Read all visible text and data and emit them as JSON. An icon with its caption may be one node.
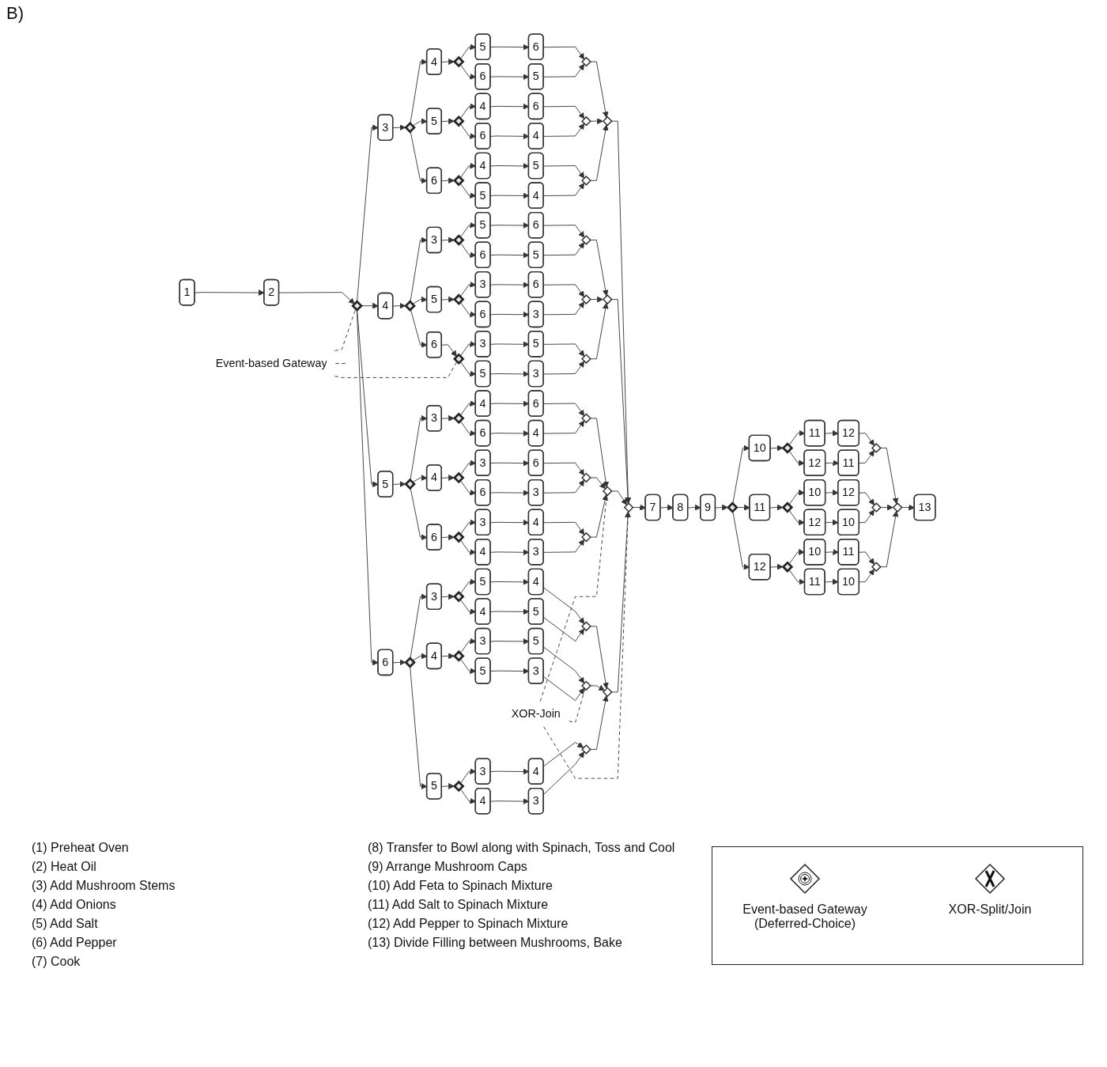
{
  "diagram": {
    "nodes": [
      {
        "text": [
          "1"
        ]
      },
      {
        "text": [
          "2"
        ]
      },
      {
        "text": [],
        "shape": "diamond"
      },
      {
        "text": [
          "3"
        ]
      },
      {
        "text": [],
        "shape": "diamond"
      },
      {
        "text": [
          "4"
        ]
      },
      {
        "text": [],
        "shape": "diamond"
      },
      {
        "text": [
          "5"
        ]
      },
      {
        "text": [
          "6"
        ]
      },
      {
        "text": [
          "6"
        ]
      },
      {
        "text": [
          "5"
        ]
      },
      {
        "text": [],
        "shape": "diamond"
      },
      {
        "text": [
          "5"
        ]
      },
      {
        "text": [],
        "shape": "diamond"
      },
      {
        "text": [
          "4"
        ]
      },
      {
        "text": [
          "6"
        ]
      },
      {
        "text": [
          "6"
        ]
      },
      {
        "text": [
          "4"
        ]
      },
      {
        "text": [],
        "shape": "diamond"
      },
      {
        "text": [
          "6"
        ]
      },
      {
        "text": [],
        "shape": "diamond"
      },
      {
        "text": [
          "4"
        ]
      },
      {
        "text": [
          "5"
        ]
      },
      {
        "text": [
          "5"
        ]
      },
      {
        "text": [
          "4"
        ]
      },
      {
        "text": [],
        "shape": "diamond"
      },
      {
        "text": [],
        "shape": "diamond"
      },
      {
        "text": [
          "4"
        ]
      },
      {
        "text": [],
        "shape": "diamond"
      },
      {
        "text": [
          "3"
        ]
      },
      {
        "text": [],
        "shape": "diamond"
      },
      {
        "text": [
          "5"
        ]
      },
      {
        "text": [
          "6"
        ]
      },
      {
        "text": [
          "6"
        ]
      },
      {
        "text": [
          "5"
        ]
      },
      {
        "text": [],
        "shape": "diamond"
      },
      {
        "text": [
          "5"
        ]
      },
      {
        "text": [],
        "shape": "diamond"
      },
      {
        "text": [
          "3"
        ]
      },
      {
        "text": [
          "6"
        ]
      },
      {
        "text": [
          "6"
        ]
      },
      {
        "text": [
          "3"
        ]
      },
      {
        "text": [],
        "shape": "diamond"
      },
      {
        "text": [
          "6"
        ]
      },
      {
        "text": [],
        "shape": "diamond"
      },
      {
        "text": [
          "3"
        ]
      },
      {
        "text": [
          "5"
        ]
      },
      {
        "text": [
          "5"
        ]
      },
      {
        "text": [
          "3"
        ]
      },
      {
        "text": [],
        "shape": "diamond"
      },
      {
        "text": [],
        "shape": "diamond"
      },
      {
        "text": [
          "5"
        ]
      },
      {
        "text": [],
        "shape": "diamond"
      },
      {
        "text": [
          "3"
        ]
      },
      {
        "text": [],
        "shape": "diamond"
      },
      {
        "text": [
          "4"
        ]
      },
      {
        "text": [
          "6"
        ]
      },
      {
        "text": [
          "6"
        ]
      },
      {
        "text": [
          "4"
        ]
      },
      {
        "text": [],
        "shape": "diamond"
      },
      {
        "text": [
          "4"
        ]
      },
      {
        "text": [],
        "shape": "diamond"
      },
      {
        "text": [
          "3"
        ]
      },
      {
        "text": [
          "6"
        ]
      },
      {
        "text": [
          "6"
        ]
      },
      {
        "text": [
          "3"
        ]
      },
      {
        "text": [],
        "shape": "diamond"
      },
      {
        "text": [
          "6"
        ]
      },
      {
        "text": [],
        "shape": "diamond"
      },
      {
        "text": [
          "3"
        ]
      },
      {
        "text": [
          "4"
        ]
      },
      {
        "text": [
          "4"
        ]
      },
      {
        "text": [
          "3"
        ]
      },
      {
        "text": [],
        "shape": "diamond"
      },
      {
        "text": [],
        "shape": "diamond"
      },
      {
        "text": [
          "6"
        ]
      },
      {
        "text": [],
        "shape": "diamond"
      },
      {
        "text": [
          "3"
        ]
      },
      {
        "text": [],
        "shape": "diamond"
      },
      {
        "text": [
          "5"
        ]
      },
      {
        "text": [
          "4"
        ]
      },
      {
        "text": [
          "4"
        ]
      },
      {
        "text": [
          "5"
        ]
      },
      {
        "text": [],
        "shape": "diamond"
      },
      {
        "text": [
          "4"
        ]
      },
      {
        "text": [],
        "shape": "diamond"
      },
      {
        "text": [
          "3"
        ]
      },
      {
        "text": [
          "5"
        ]
      },
      {
        "text": [
          "5"
        ]
      },
      {
        "text": [
          "3"
        ]
      },
      {
        "text": [],
        "shape": "diamond"
      },
      {
        "text": [
          "5"
        ]
      },
      {
        "text": [],
        "shape": "diamond"
      },
      {
        "text": [
          "3"
        ]
      },
      {
        "text": [
          "4"
        ]
      },
      {
        "text": [
          "4"
        ]
      },
      {
        "text": [
          "3"
        ]
      },
      {
        "text": [],
        "shape": "diamond"
      },
      {
        "text": [],
        "shape": "diamond"
      },
      {
        "text": [],
        "shape": "diamond"
      },
      {
        "text": [
          "7"
        ]
      },
      {
        "text": [
          "8"
        ]
      },
      {
        "text": [
          "9"
        ]
      },
      {
        "text": [],
        "shape": "diamond"
      },
      {
        "text": [
          "10"
        ]
      },
      {
        "text": [],
        "shape": "diamond"
      },
      {
        "text": [
          "11"
        ]
      },
      {
        "text": [
          "12"
        ]
      },
      {
        "text": [
          "12"
        ]
      },
      {
        "text": [
          "11"
        ]
      },
      {
        "text": [],
        "shape": "diamond"
      },
      {
        "text": [
          "11"
        ]
      },
      {
        "text": [],
        "shape": "diamond"
      },
      {
        "text": [
          "10"
        ]
      },
      {
        "text": [
          "12"
        ]
      },
      {
        "text": [
          "12"
        ]
      },
      {
        "text": [
          "10"
        ]
      },
      {
        "text": [],
        "shape": "diamond"
      },
      {
        "text": [
          "12"
        ]
      },
      {
        "text": [],
        "shape": "diamond"
      },
      {
        "text": [
          "10"
        ]
      },
      {
        "text": [
          "11"
        ]
      },
      {
        "text": [
          "11"
        ]
      },
      {
        "text": [
          "10"
        ]
      },
      {
        "text": [],
        "shape": "diamond"
      },
      {
        "text": [],
        "shape": "diamond"
      },
      {
        "text": [
          "13"
        ]
      },
      {
        "text": [
          "Event-based Gateway"
        ]
      },
      {
        "text": [
          "XOR-Join"
        ]
      }
    ],
    "edges": [
      {
        "from": 0,
        "to": 1,
        "arrow": "to"
      },
      {
        "from": 1,
        "to": 2,
        "arrow": "to"
      },
      {
        "from": 2,
        "to": 3,
        "arrow": "to"
      },
      {
        "from": 2,
        "to": 27,
        "arrow": "to"
      },
      {
        "from": 2,
        "to": 51,
        "arrow": "to"
      },
      {
        "from": 2,
        "to": 75,
        "arrow": "to"
      },
      {
        "from": 3,
        "to": 4,
        "arrow": "to"
      },
      {
        "from": 4,
        "to": 5,
        "arrow": "to"
      },
      {
        "from": 4,
        "to": 12,
        "arrow": "to"
      },
      {
        "from": 4,
        "to": 19,
        "arrow": "to"
      },
      {
        "from": 5,
        "to": 6,
        "arrow": "to"
      },
      {
        "from": 6,
        "to": 7,
        "arrow": "to"
      },
      {
        "from": 7,
        "to": 8,
        "arrow": "to"
      },
      {
        "from": 8,
        "to": 11,
        "arrow": "to"
      },
      {
        "from": 6,
        "to": 9,
        "arrow": "to"
      },
      {
        "from": 9,
        "to": 10,
        "arrow": "to"
      },
      {
        "from": 10,
        "to": 11,
        "arrow": "to"
      },
      {
        "from": 12,
        "to": 13,
        "arrow": "to"
      },
      {
        "from": 13,
        "to": 14,
        "arrow": "to"
      },
      {
        "from": 14,
        "to": 15,
        "arrow": "to"
      },
      {
        "from": 15,
        "to": 18,
        "arrow": "to"
      },
      {
        "from": 13,
        "to": 16,
        "arrow": "to"
      },
      {
        "from": 16,
        "to": 17,
        "arrow": "to"
      },
      {
        "from": 17,
        "to": 18,
        "arrow": "to"
      },
      {
        "from": 19,
        "to": 20,
        "arrow": "to"
      },
      {
        "from": 20,
        "to": 21,
        "arrow": "to"
      },
      {
        "from": 21,
        "to": 22,
        "arrow": "to"
      },
      {
        "from": 22,
        "to": 25,
        "arrow": "to"
      },
      {
        "from": 20,
        "to": 23,
        "arrow": "to"
      },
      {
        "from": 23,
        "to": 24,
        "arrow": "to"
      },
      {
        "from": 24,
        "to": 25,
        "arrow": "to"
      },
      {
        "from": 11,
        "to": 26,
        "arrow": "to"
      },
      {
        "from": 18,
        "to": 26,
        "arrow": "to"
      },
      {
        "from": 25,
        "to": 26,
        "arrow": "to"
      },
      {
        "from": 26,
        "to": 99,
        "arrow": "to"
      },
      {
        "from": 27,
        "to": 28,
        "arrow": "to"
      },
      {
        "from": 28,
        "to": 29,
        "arrow": "to"
      },
      {
        "from": 28,
        "to": 36,
        "arrow": "to"
      },
      {
        "from": 28,
        "to": 43,
        "arrow": "to"
      },
      {
        "from": 29,
        "to": 30,
        "arrow": "to"
      },
      {
        "from": 30,
        "to": 31,
        "arrow": "to"
      },
      {
        "from": 31,
        "to": 32,
        "arrow": "to"
      },
      {
        "from": 32,
        "to": 35,
        "arrow": "to"
      },
      {
        "from": 30,
        "to": 33,
        "arrow": "to"
      },
      {
        "from": 33,
        "to": 34,
        "arrow": "to"
      },
      {
        "from": 34,
        "to": 35,
        "arrow": "to"
      },
      {
        "from": 36,
        "to": 37,
        "arrow": "to"
      },
      {
        "from": 37,
        "to": 38,
        "arrow": "to"
      },
      {
        "from": 38,
        "to": 39,
        "arrow": "to"
      },
      {
        "from": 39,
        "to": 42,
        "arrow": "to"
      },
      {
        "from": 37,
        "to": 40,
        "arrow": "to"
      },
      {
        "from": 40,
        "to": 41,
        "arrow": "to"
      },
      {
        "from": 41,
        "to": 42,
        "arrow": "to"
      },
      {
        "from": 43,
        "to": 44,
        "arrow": "to"
      },
      {
        "from": 44,
        "to": 45,
        "arrow": "to"
      },
      {
        "from": 45,
        "to": 46,
        "arrow": "to"
      },
      {
        "from": 46,
        "to": 49,
        "arrow": "to"
      },
      {
        "from": 44,
        "to": 47,
        "arrow": "to"
      },
      {
        "from": 47,
        "to": 48,
        "arrow": "to"
      },
      {
        "from": 48,
        "to": 49,
        "arrow": "to"
      },
      {
        "from": 35,
        "to": 50,
        "arrow": "to"
      },
      {
        "from": 42,
        "to": 50,
        "arrow": "to"
      },
      {
        "from": 49,
        "to": 50,
        "arrow": "to"
      },
      {
        "from": 50,
        "to": 99,
        "arrow": "to"
      },
      {
        "from": 51,
        "to": 52,
        "arrow": "to"
      },
      {
        "from": 52,
        "to": 53,
        "arrow": "to"
      },
      {
        "from": 52,
        "to": 60,
        "arrow": "to"
      },
      {
        "from": 52,
        "to": 67,
        "arrow": "to"
      },
      {
        "from": 53,
        "to": 54,
        "arrow": "to"
      },
      {
        "from": 54,
        "to": 55,
        "arrow": "to"
      },
      {
        "from": 55,
        "to": 56,
        "arrow": "to"
      },
      {
        "from": 56,
        "to": 59,
        "arrow": "to"
      },
      {
        "from": 54,
        "to": 57,
        "arrow": "to"
      },
      {
        "from": 57,
        "to": 58,
        "arrow": "to"
      },
      {
        "from": 58,
        "to": 59,
        "arrow": "to"
      },
      {
        "from": 60,
        "to": 61,
        "arrow": "to"
      },
      {
        "from": 61,
        "to": 62,
        "arrow": "to"
      },
      {
        "from": 62,
        "to": 63,
        "arrow": "to"
      },
      {
        "from": 63,
        "to": 66,
        "arrow": "to"
      },
      {
        "from": 61,
        "to": 64,
        "arrow": "to"
      },
      {
        "from": 64,
        "to": 65,
        "arrow": "to"
      },
      {
        "from": 65,
        "to": 66,
        "arrow": "to"
      },
      {
        "from": 67,
        "to": 68,
        "arrow": "to"
      },
      {
        "from": 68,
        "to": 69,
        "arrow": "to"
      },
      {
        "from": 69,
        "to": 70,
        "arrow": "to"
      },
      {
        "from": 70,
        "to": 73,
        "arrow": "to"
      },
      {
        "from": 68,
        "to": 71,
        "arrow": "to"
      },
      {
        "from": 71,
        "to": 72,
        "arrow": "to"
      },
      {
        "from": 72,
        "to": 73,
        "arrow": "to"
      },
      {
        "from": 59,
        "to": 74,
        "arrow": "to"
      },
      {
        "from": 66,
        "to": 74,
        "arrow": "to"
      },
      {
        "from": 73,
        "to": 74,
        "arrow": "to"
      },
      {
        "from": 74,
        "to": 99,
        "arrow": "to"
      },
      {
        "from": 75,
        "to": 76,
        "arrow": "to"
      },
      {
        "from": 76,
        "to": 77,
        "arrow": "to"
      },
      {
        "from": 76,
        "to": 84,
        "arrow": "to"
      },
      {
        "from": 76,
        "to": 91,
        "arrow": "to"
      },
      {
        "from": 77,
        "to": 78,
        "arrow": "to"
      },
      {
        "from": 78,
        "to": 79,
        "arrow": "to"
      },
      {
        "from": 79,
        "to": 80,
        "arrow": "to"
      },
      {
        "from": 80,
        "to": 83,
        "arrow": "to"
      },
      {
        "from": 78,
        "to": 81,
        "arrow": "to"
      },
      {
        "from": 81,
        "to": 82,
        "arrow": "to"
      },
      {
        "from": 82,
        "to": 83,
        "arrow": "to"
      },
      {
        "from": 84,
        "to": 85,
        "arrow": "to"
      },
      {
        "from": 85,
        "to": 86,
        "arrow": "to"
      },
      {
        "from": 86,
        "to": 87,
        "arrow": "to"
      },
      {
        "from": 87,
        "to": 90,
        "arrow": "to"
      },
      {
        "from": 85,
        "to": 88,
        "arrow": "to"
      },
      {
        "from": 88,
        "to": 89,
        "arrow": "to"
      },
      {
        "from": 89,
        "to": 90,
        "arrow": "to"
      },
      {
        "from": 91,
        "to": 92,
        "arrow": "to"
      },
      {
        "from": 92,
        "to": 93,
        "arrow": "to"
      },
      {
        "from": 93,
        "to": 94,
        "arrow": "to"
      },
      {
        "from": 94,
        "to": 97,
        "arrow": "to"
      },
      {
        "from": 92,
        "to": 95,
        "arrow": "to"
      },
      {
        "from": 95,
        "to": 96,
        "arrow": "to"
      },
      {
        "from": 96,
        "to": 97,
        "arrow": "to"
      },
      {
        "from": 83,
        "to": 98,
        "arrow": "to"
      },
      {
        "from": 90,
        "to": 98,
        "arrow": "to"
      },
      {
        "from": 97,
        "to": 98,
        "arrow": "to"
      },
      {
        "from": 98,
        "to": 99,
        "arrow": "to"
      },
      {
        "from": 99,
        "to": 100,
        "arrow": "to"
      },
      {
        "from": 100,
        "to": 101,
        "arrow": "to"
      },
      {
        "from": 101,
        "to": 102,
        "arrow": "to"
      },
      {
        "from": 102,
        "to": 103,
        "arrow": "to"
      },
      {
        "from": 103,
        "to": 104,
        "arrow": "to"
      },
      {
        "from": 103,
        "to": 111,
        "arrow": "to"
      },
      {
        "from": 103,
        "to": 118,
        "arrow": "to"
      },
      {
        "from": 104,
        "to": 105,
        "arrow": "to"
      },
      {
        "from": 105,
        "to": 106,
        "arrow": "to"
      },
      {
        "from": 106,
        "to": 107,
        "arrow": "to"
      },
      {
        "from": 107,
        "to": 110,
        "arrow": "to"
      },
      {
        "from": 105,
        "to": 108,
        "arrow": "to"
      },
      {
        "from": 108,
        "to": 109,
        "arrow": "to"
      },
      {
        "from": 109,
        "to": 110,
        "arrow": "to"
      },
      {
        "from": 111,
        "to": 112,
        "arrow": "to"
      },
      {
        "from": 112,
        "to": 113,
        "arrow": "to"
      },
      {
        "from": 113,
        "to": 114,
        "arrow": "to"
      },
      {
        "from": 114,
        "to": 117,
        "arrow": "to"
      },
      {
        "from": 112,
        "to": 115,
        "arrow": "to"
      },
      {
        "from": 115,
        "to": 116,
        "arrow": "to"
      },
      {
        "from": 116,
        "to": 117,
        "arrow": "to"
      },
      {
        "from": 118,
        "to": 119,
        "arrow": "to"
      },
      {
        "from": 119,
        "to": 120,
        "arrow": "to"
      },
      {
        "from": 120,
        "to": 121,
        "arrow": "to"
      },
      {
        "from": 121,
        "to": 124,
        "arrow": "to"
      },
      {
        "from": 119,
        "to": 122,
        "arrow": "to"
      },
      {
        "from": 122,
        "to": 123,
        "arrow": "to"
      },
      {
        "from": 123,
        "to": 124,
        "arrow": "to"
      },
      {
        "from": 110,
        "to": 125,
        "arrow": "to"
      },
      {
        "from": 117,
        "to": 125,
        "arrow": "to"
      },
      {
        "from": 124,
        "to": 125,
        "arrow": "to"
      },
      {
        "from": 125,
        "to": 126,
        "arrow": "to"
      },
      {
        "from": 127,
        "to": 2,
        "arrow": "none",
        "style": "dashed"
      },
      {
        "from": 127,
        "to": 44,
        "arrow": "none",
        "style": "dashed"
      },
      {
        "from": 127,
        "to": null,
        "arrow": "none",
        "style": "dashed"
      },
      {
        "from": 128,
        "to": 74,
        "arrow": "none",
        "style": "dashed"
      },
      {
        "from": 128,
        "to": 99,
        "arrow": "none",
        "style": "dashed"
      },
      {
        "from": 128,
        "to": 90,
        "arrow": "none",
        "style": "dashed"
      }
    ],
    "labels": [
      "B)",
      "(1) Preheat Oven",
      "(2) Heat Oil",
      "(3) Add Mushroom Stems",
      "(4) Add Onions",
      "(5) Add Salt",
      "(6) Add Pepper",
      "(7) Cook",
      "(8) Transfer to Bowl along with Spinach, Toss and Cool",
      "(9) Arrange Mushroom Caps",
      "(10) Add Feta to Spinach Mixture",
      "(11) Add Salt to Spinach Mixture",
      "(12) Add Pepper to Spinach Mixture",
      "(13) Divide Filling between Mushrooms, Bake"
    ],
    "legend": [
      {
        "text": "Event-based Gateway (Deferred-Choice)"
      },
      {
        "text": "XOR-Split/Join"
      }
    ]
  }
}
